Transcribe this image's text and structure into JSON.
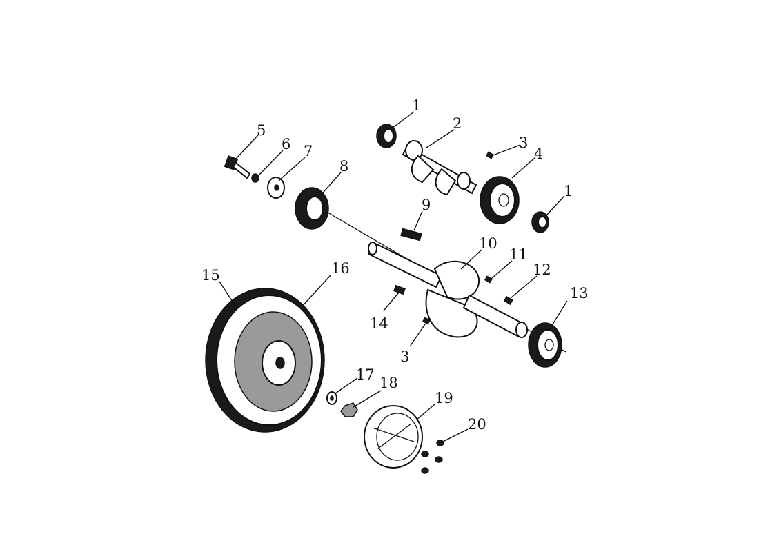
{
  "diagram": {
    "type": "exploded-parts-view",
    "ink_color": "#111111",
    "background": "#ffffff",
    "callouts": [
      {
        "id": "c1a",
        "label": "1"
      },
      {
        "id": "c2",
        "label": "2"
      },
      {
        "id": "c3a",
        "label": "3"
      },
      {
        "id": "c4",
        "label": "4"
      },
      {
        "id": "c1b",
        "label": "1"
      },
      {
        "id": "c5",
        "label": "5"
      },
      {
        "id": "c6",
        "label": "6"
      },
      {
        "id": "c7",
        "label": "7"
      },
      {
        "id": "c8",
        "label": "8"
      },
      {
        "id": "c9",
        "label": "9"
      },
      {
        "id": "c10",
        "label": "10"
      },
      {
        "id": "c11",
        "label": "11"
      },
      {
        "id": "c12",
        "label": "12"
      },
      {
        "id": "c13",
        "label": "13"
      },
      {
        "id": "c14",
        "label": "14"
      },
      {
        "id": "c3b",
        "label": "3"
      },
      {
        "id": "c15",
        "label": "15"
      },
      {
        "id": "c16",
        "label": "16"
      },
      {
        "id": "c17",
        "label": "17"
      },
      {
        "id": "c18",
        "label": "18"
      },
      {
        "id": "c19",
        "label": "19"
      },
      {
        "id": "c20",
        "label": "20"
      }
    ]
  }
}
